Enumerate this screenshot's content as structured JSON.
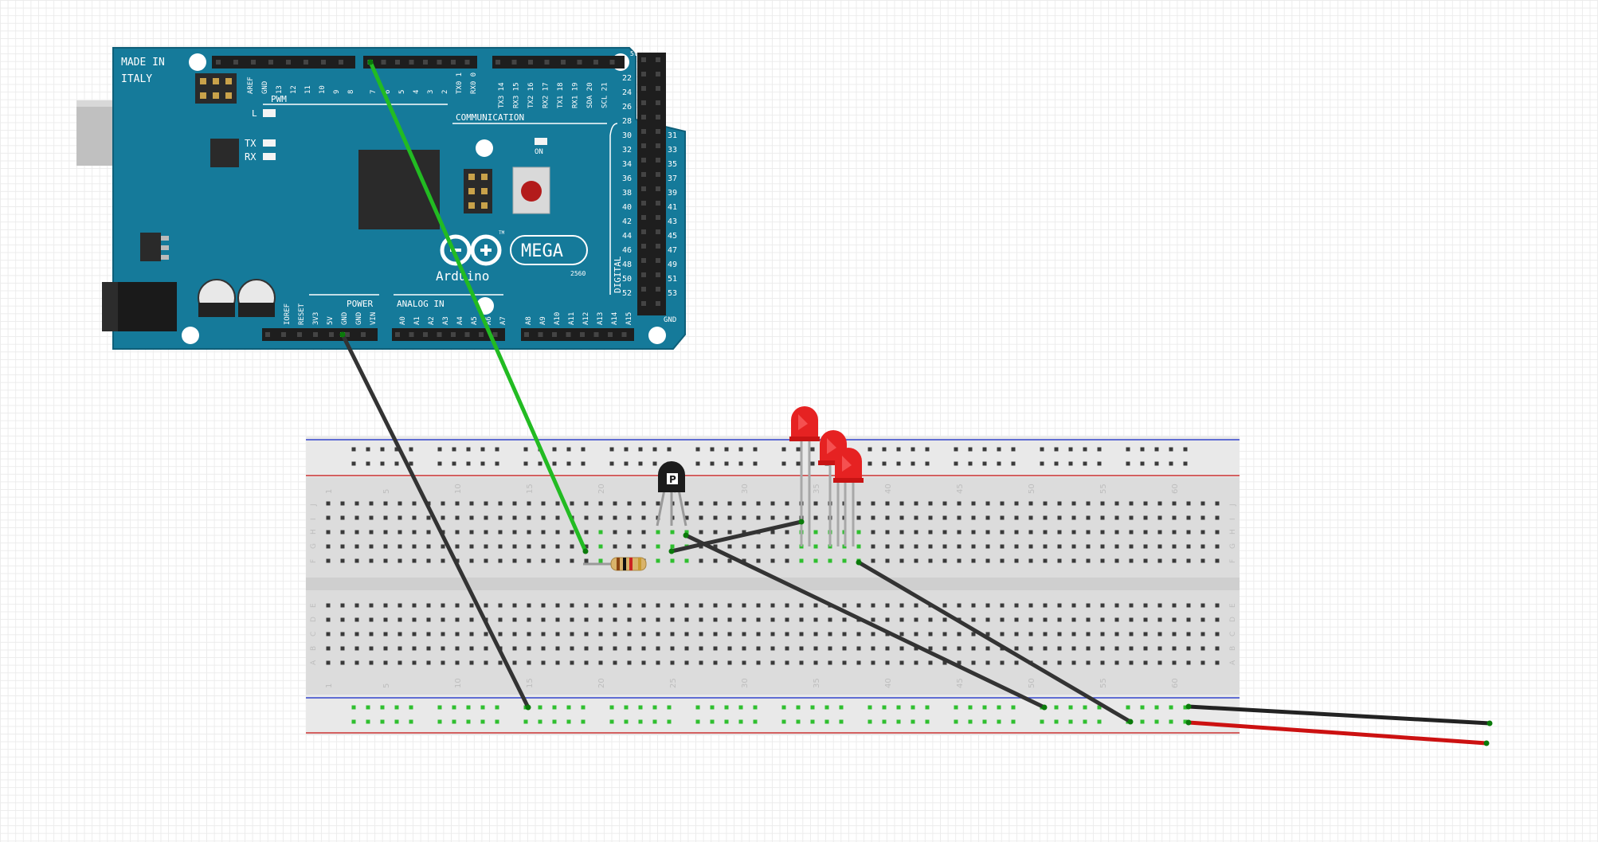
{
  "arduino": {
    "made_in": "MADE IN",
    "country": "ITALY",
    "brand": "Arduino",
    "model": "MEGA",
    "chip": "2560",
    "tm": "TM",
    "pwm": "PWM",
    "communication": "COMMUNICATION",
    "power": "POWER",
    "analog_in": "ANALOG IN",
    "digital": "DIGITAL",
    "gnd": "GND",
    "five_v": "5V",
    "on": "ON",
    "tx": "TX",
    "rx": "RX",
    "l": "L",
    "top_left_labels": [
      "AREF",
      "GND",
      "13",
      "12",
      "11",
      "10",
      "9",
      "8"
    ],
    "top_mid_labels": [
      "7",
      "6",
      "5",
      "4",
      "3",
      "2",
      "TX0 1",
      "RX0 0"
    ],
    "top_comm_labels": [
      "TX3 14",
      "RX3 15",
      "TX2 16",
      "RX2 17",
      "TX1 18",
      "RX1 19",
      "SDA 20",
      "SCL 21"
    ],
    "power_labels": [
      "IOREF",
      "RESET",
      "3V3",
      "5V",
      "GND",
      "GND",
      "VIN"
    ],
    "analog_labels": [
      "A0",
      "A1",
      "A2",
      "A3",
      "A4",
      "A5",
      "A6",
      "A7"
    ],
    "analog_labels_2": [
      "A8",
      "A9",
      "A10",
      "A11",
      "A12",
      "A13",
      "A14",
      "A15"
    ],
    "digital_even": [
      "22",
      "24",
      "26",
      "28",
      "30",
      "32",
      "34",
      "36",
      "38",
      "40",
      "42",
      "44",
      "46",
      "48",
      "50",
      "52"
    ],
    "digital_odd": [
      "31",
      "33",
      "35",
      "37",
      "39",
      "41",
      "43",
      "45",
      "47",
      "49",
      "51",
      "53"
    ]
  },
  "breadboard": {
    "column_numbers": [
      "1",
      "5",
      "10",
      "15",
      "20",
      "25",
      "30",
      "35",
      "40",
      "45",
      "50",
      "55",
      "60"
    ],
    "row_letters_top": [
      "J",
      "I",
      "H",
      "G",
      "F"
    ],
    "row_letters_bottom": [
      "E",
      "D",
      "C",
      "B",
      "A"
    ]
  },
  "components": {
    "transistor_label": "P",
    "led_count": 3
  },
  "wires": [
    {
      "name": "wire-pin7-to-resistor",
      "color": "#22bb22"
    },
    {
      "name": "wire-gnd-to-rail",
      "color": "#333333"
    },
    {
      "name": "wire-transistor-to-led",
      "color": "#333333"
    },
    {
      "name": "wire-transistor-to-rail",
      "color": "#333333"
    },
    {
      "name": "wire-led-to-rail",
      "color": "#333333"
    },
    {
      "name": "wire-external-black",
      "color": "#222222"
    },
    {
      "name": "wire-external-red",
      "color": "#cc1111"
    }
  ],
  "colors": {
    "board": "#157a9a",
    "breadboard": "#dddddd",
    "rail_blue": "#3344cc",
    "rail_red": "#cc3333",
    "led": "#e62222",
    "active_hole": "#2fbf2f"
  }
}
